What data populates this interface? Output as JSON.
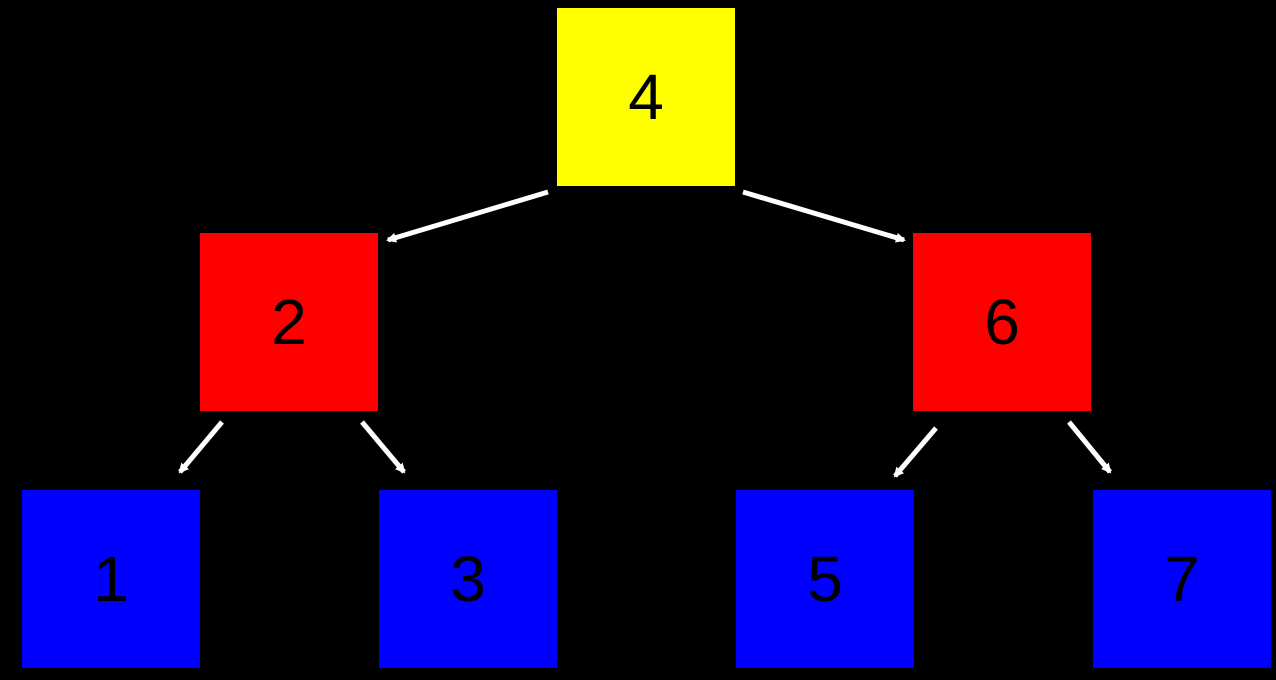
{
  "colors": {
    "background": "#000000",
    "root": "#ffff00",
    "middle": "#ff0000",
    "leaf": "#0000ff",
    "edge": "#ffffff",
    "label": "#000000"
  },
  "tree": {
    "root": {
      "label": "4",
      "level": "root"
    },
    "left": {
      "label": "2",
      "level": "middle"
    },
    "right": {
      "label": "6",
      "level": "middle"
    },
    "left_left": {
      "label": "1",
      "level": "leaf"
    },
    "left_right": {
      "label": "3",
      "level": "leaf"
    },
    "right_left": {
      "label": "5",
      "level": "leaf"
    },
    "right_right": {
      "label": "7",
      "level": "leaf"
    }
  },
  "edges": [
    {
      "from": "4",
      "to": "2"
    },
    {
      "from": "4",
      "to": "6"
    },
    {
      "from": "2",
      "to": "1"
    },
    {
      "from": "2",
      "to": "3"
    },
    {
      "from": "6",
      "to": "5"
    },
    {
      "from": "6",
      "to": "7"
    }
  ]
}
